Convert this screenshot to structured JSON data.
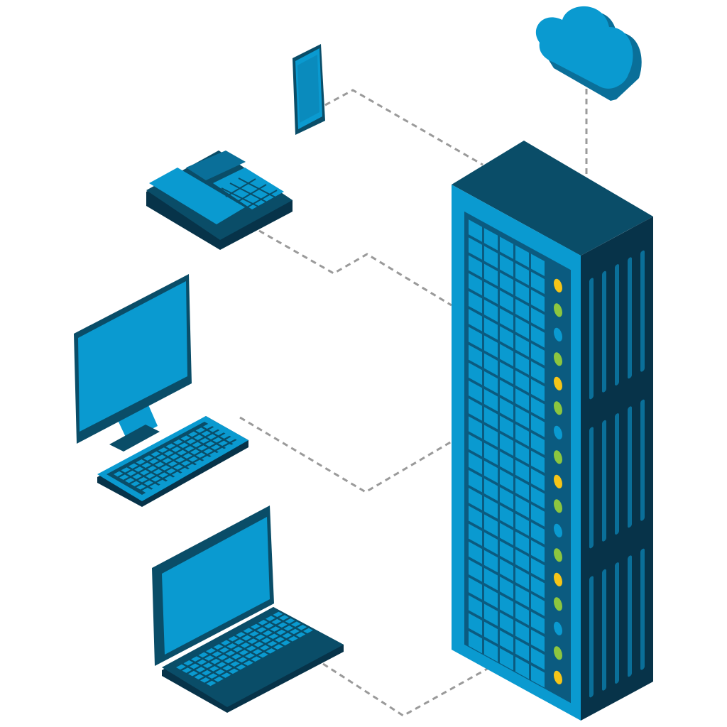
{
  "palette": {
    "dark": "#0a4d68",
    "darker": "#073349",
    "bright": "#0a9ad0",
    "mid": "#0a6f99",
    "panel": "#0b5b80",
    "connector": "#9a9a9a",
    "light_yellow": "#f5c518",
    "light_green": "#8cc63f",
    "light_blue": "#0a9ad0"
  },
  "devices": [
    "smartphone",
    "desk-phone",
    "desktop-computer",
    "keyboard",
    "laptop",
    "cloud",
    "server-rack"
  ],
  "server": {
    "status_lights": [
      "yellow",
      "green",
      "blue",
      "green",
      "yellow",
      "green",
      "blue",
      "green",
      "yellow",
      "green",
      "blue",
      "green",
      "yellow",
      "green",
      "blue",
      "green",
      "yellow"
    ]
  }
}
